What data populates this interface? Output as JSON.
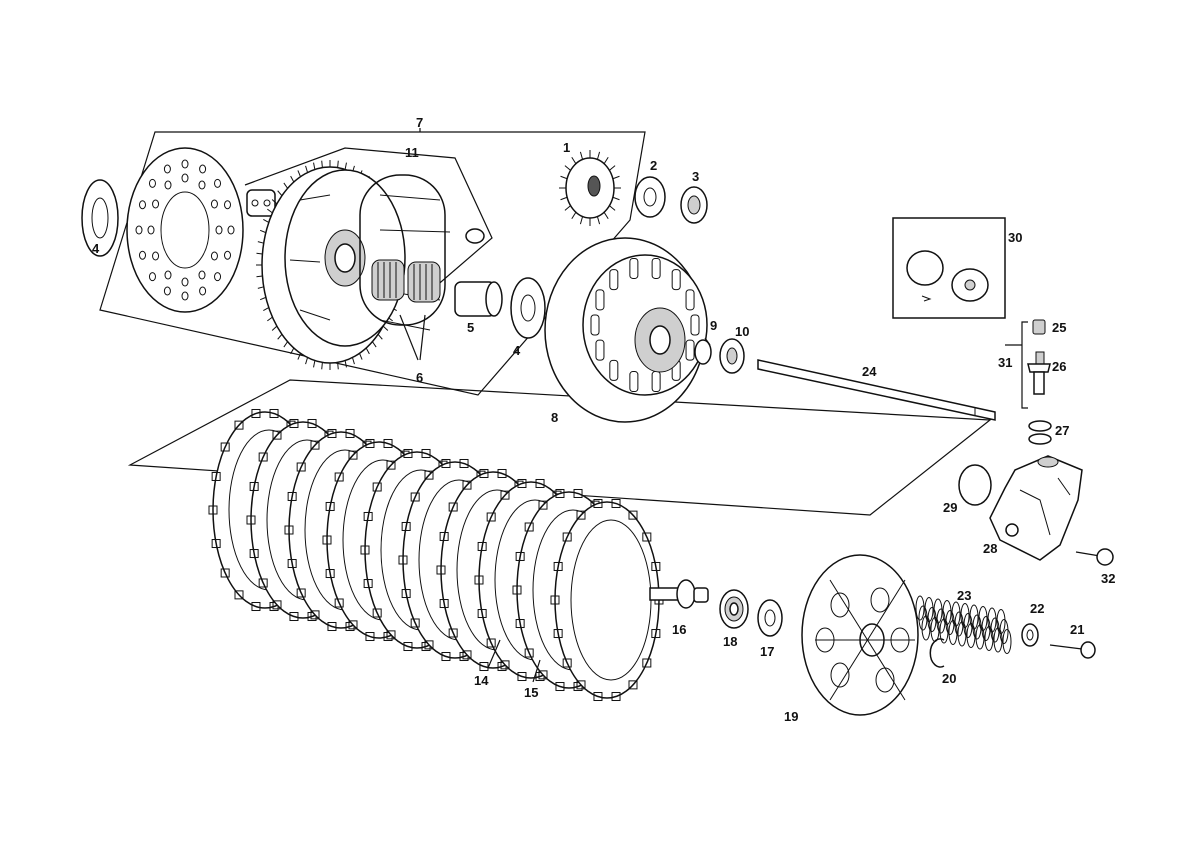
{
  "diagram": {
    "type": "exploded-parts-diagram",
    "callouts": {
      "p1": "1",
      "p2": "2",
      "p3": "3",
      "p4a": "4",
      "p4b": "4",
      "p5": "5",
      "p6": "6",
      "p7": "7",
      "p8": "8",
      "p9": "9",
      "p10": "10",
      "p11": "11",
      "p14": "14",
      "p15": "15",
      "p16": "16",
      "p17": "17",
      "p18": "18",
      "p19": "19",
      "p20": "20",
      "p21": "21",
      "p22": "22",
      "p23": "23",
      "p24": "24",
      "p25": "25",
      "p26": "26",
      "p27": "27",
      "p28": "28",
      "p29": "29",
      "p30": "30",
      "p31": "31",
      "p32": "32"
    }
  }
}
